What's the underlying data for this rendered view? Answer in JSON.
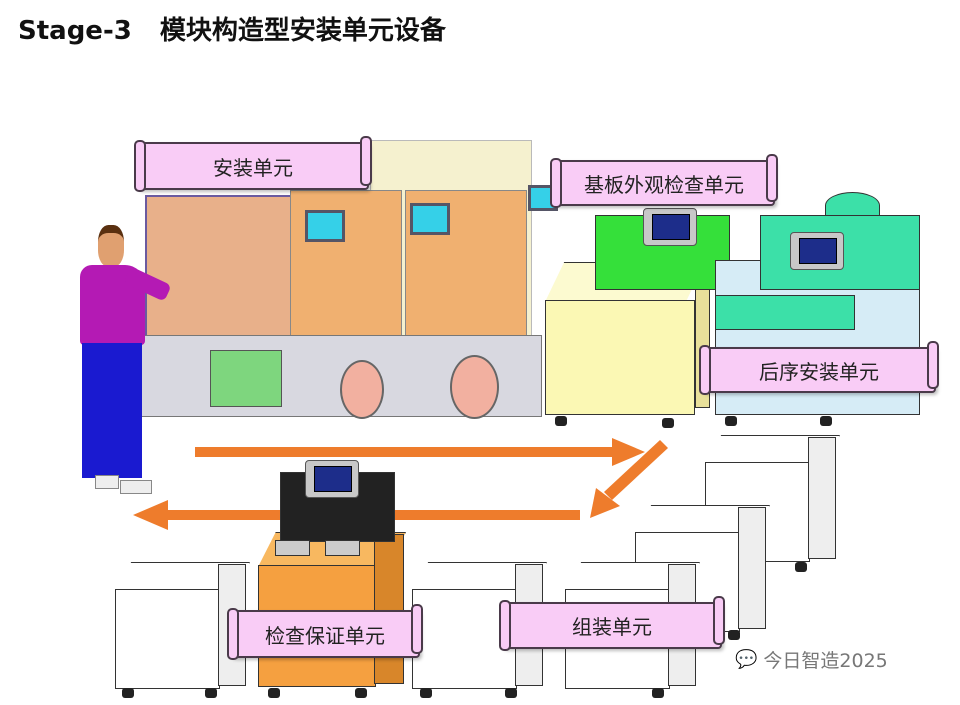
{
  "title": {
    "stage": "Stage-3",
    "text": "模块构造型安装单元设备"
  },
  "labels": {
    "mounting_unit": "安装单元",
    "board_inspection_unit": "基板外观检查单元",
    "post_mounting_unit": "后序安装单元",
    "inspection_assurance_unit": "检查保证单元",
    "assembly_unit": "组装单元"
  },
  "watermark": {
    "icon": "wechat-icon",
    "text": "今日智造2025"
  },
  "colors": {
    "label_bg": "#f9ccf6",
    "arrow": "#ee7c2c",
    "yellow_unit": "#fbf8b4",
    "green_top": "#35e03a",
    "orange_unit": "#f5a040"
  }
}
